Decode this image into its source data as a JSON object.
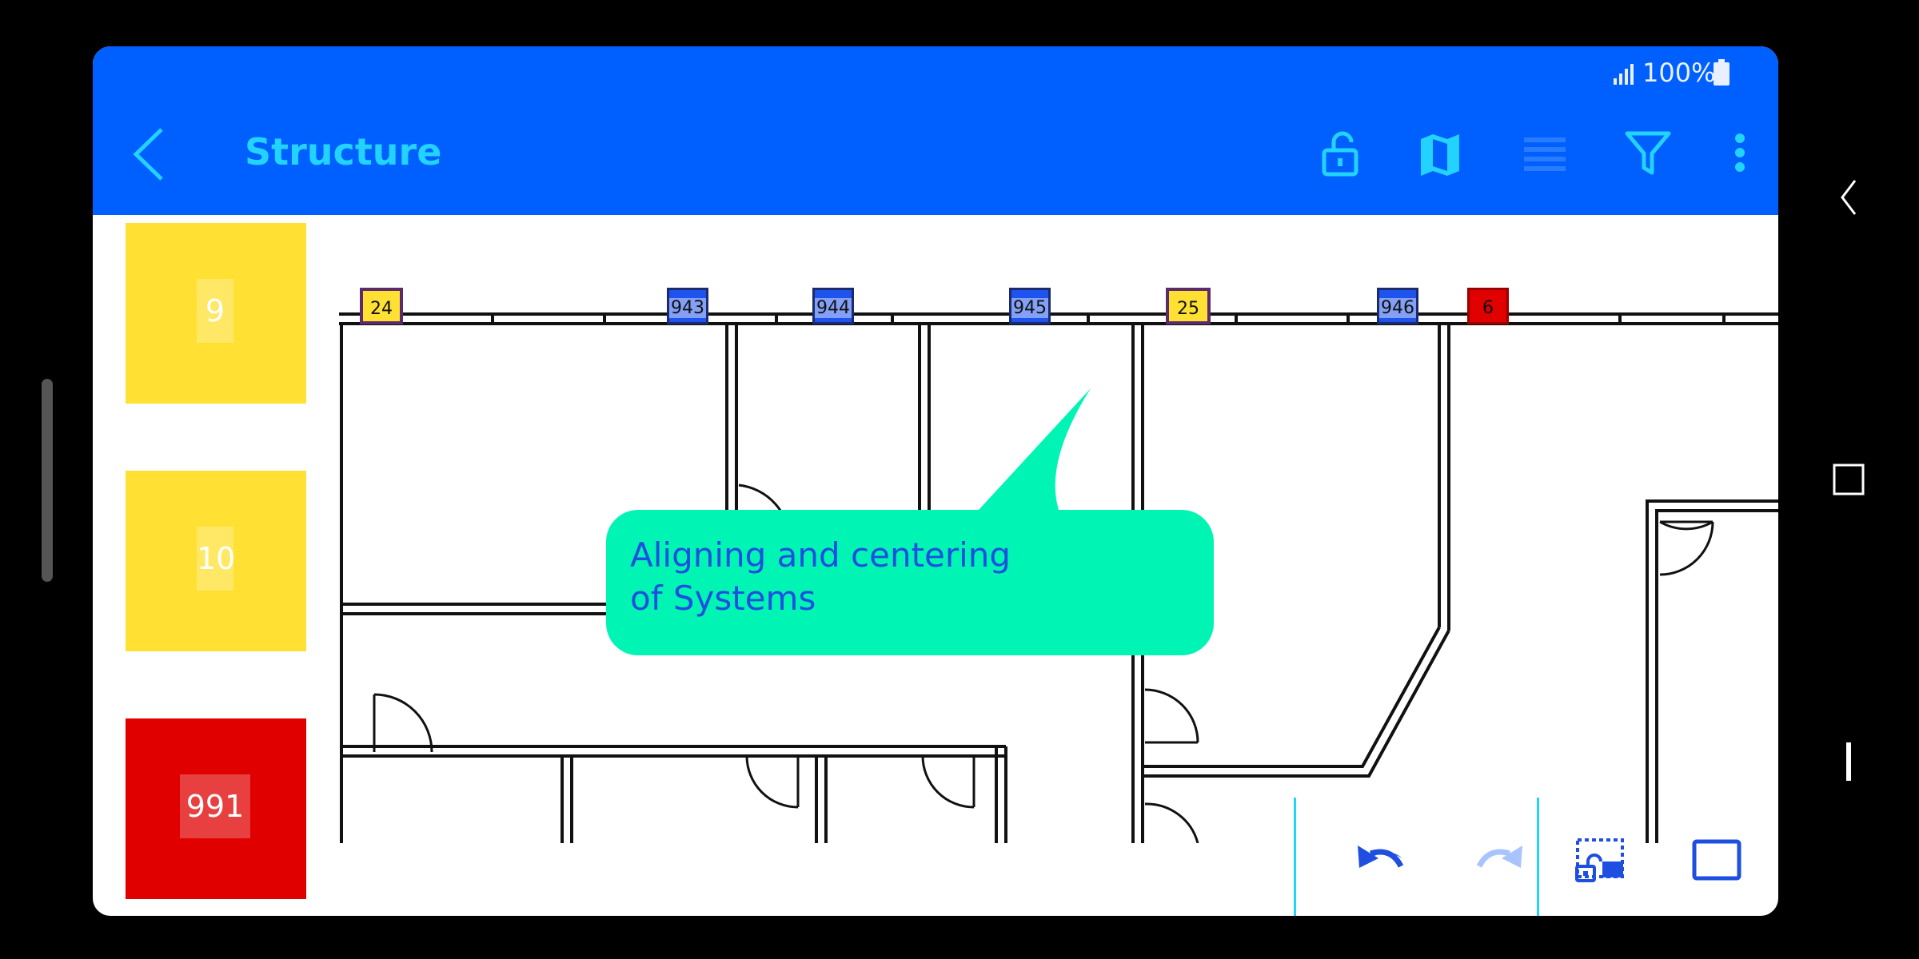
{
  "status": {
    "battery_text": "100%"
  },
  "appbar": {
    "title": "Structure",
    "icons": [
      "back-icon",
      "unlock-icon",
      "map-icon",
      "layers-icon",
      "filter-icon",
      "more-vert-icon"
    ]
  },
  "system_tiles": [
    {
      "label": "9",
      "color": "#ffe033"
    },
    {
      "label": "10",
      "color": "#ffe033"
    },
    {
      "label": "991",
      "color": "#e00000"
    }
  ],
  "floorplan_tags": [
    {
      "label": "24",
      "color": "yellow"
    },
    {
      "label": "943",
      "color": "blue"
    },
    {
      "label": "944",
      "color": "blue"
    },
    {
      "label": "945",
      "color": "blue"
    },
    {
      "label": "25",
      "color": "yellow"
    },
    {
      "label": "946",
      "color": "blue"
    },
    {
      "label": "6",
      "color": "red"
    }
  ],
  "callout": {
    "text": "Aligning and centering of Systems",
    "color": "#00f5b4"
  },
  "toolbar": {
    "icons": [
      "undo-icon",
      "redo-icon",
      "unlock-selection-icon",
      "rectangle-icon"
    ]
  },
  "android_nav": {
    "icons": [
      "nav-back-icon",
      "nav-home-icon",
      "nav-recents-icon"
    ]
  },
  "colors": {
    "appbar": "#0060ff",
    "accent": "#22d3ff",
    "callout": "#00f5b4"
  }
}
